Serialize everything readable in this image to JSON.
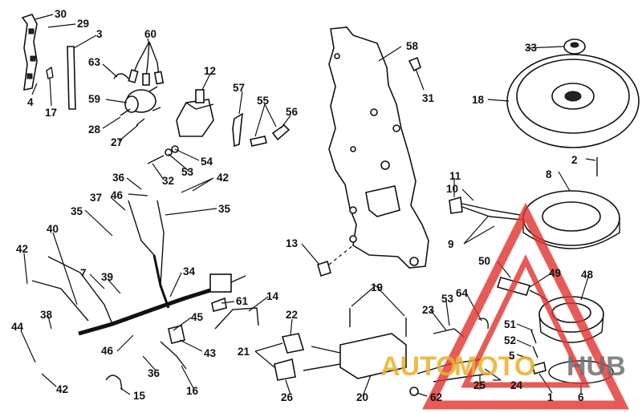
{
  "callouts": [
    "30",
    "29",
    "3",
    "60",
    "63",
    "4",
    "17",
    "59",
    "28",
    "27",
    "12",
    "57",
    "55",
    "56",
    "58",
    "31",
    "33",
    "18",
    "54",
    "53",
    "32",
    "36",
    "42",
    "46",
    "37",
    "35",
    "35",
    "2",
    "8",
    "11",
    "10",
    "9",
    "42",
    "40",
    "13",
    "34",
    "7",
    "39",
    "61",
    "14",
    "19",
    "50",
    "49",
    "48",
    "22",
    "38",
    "53",
    "23",
    "64",
    "44",
    "45",
    "43",
    "46",
    "36",
    "21",
    "16",
    "51",
    "52",
    "5",
    "15",
    "42",
    "26",
    "20",
    "62",
    "25",
    "24",
    "1",
    "6"
  ],
  "watermark": {
    "brand_left": "AUTO",
    "brand_mid": "MOTO",
    "brand_right": "HUB",
    "color_red": "#e0322d",
    "color_gold": "#e9b02a",
    "color_gray": "#6f6f6f"
  }
}
